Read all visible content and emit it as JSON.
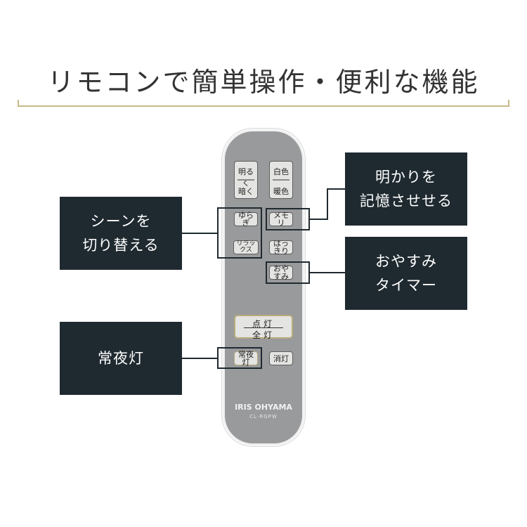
{
  "title": "リモコンで簡単操作・便利な機能",
  "labels": {
    "scene": [
      "シーンを",
      "切り替える"
    ],
    "memory": [
      "明かりを",
      "記憶させせる"
    ],
    "timer": [
      "おやすみ",
      "タイマー"
    ],
    "night": "常夜灯"
  },
  "remote": {
    "bright_top": "明るく",
    "bright_bottom": "暗く",
    "color_top": "白色",
    "color_bottom": "暖色",
    "yuragi": "ゆらぎ",
    "memory": "メモリ",
    "relax": "リラックス",
    "hakkiri": "はっきり",
    "oyasumi": "おやすみ",
    "on_top": "点灯",
    "on_bottom": "全灯",
    "night": "常夜灯",
    "off": "消灯",
    "brand": "IRIS OHYAMA",
    "model": "CL-RGPW"
  },
  "colors": {
    "label_bg": "#1f2a30",
    "remote_body": "#999a9c",
    "accent_rule": "#c8b98a"
  }
}
